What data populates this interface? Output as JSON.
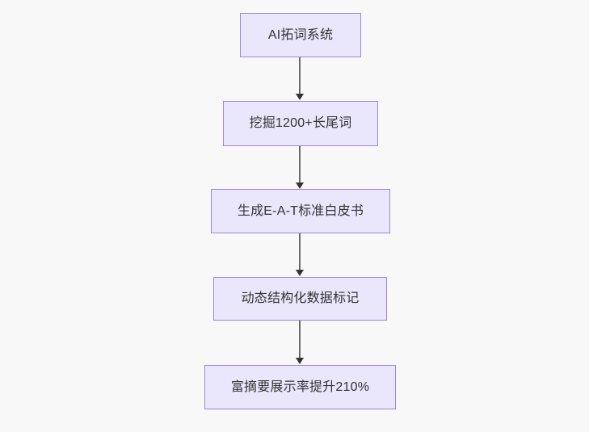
{
  "diagram": {
    "background_color": "#f8f8f8",
    "node_fill_color": "#eae7fc",
    "node_border_color": "#9f86d8",
    "node_text_color": "#333333",
    "edge_color": "#6b6b6b",
    "arrow_color": "#333333",
    "orientation": "top-to-bottom",
    "nodes": [
      {
        "id": "n1",
        "label": "AI拓词系统"
      },
      {
        "id": "n2",
        "label": "挖掘1200+长尾词"
      },
      {
        "id": "n3",
        "label": "生成E-A-T标准白皮书"
      },
      {
        "id": "n4",
        "label": "动态结构化数据标记"
      },
      {
        "id": "n5",
        "label": "富摘要展示率提升210%"
      }
    ],
    "edges": [
      {
        "from": "n1",
        "to": "n2",
        "label": ""
      },
      {
        "from": "n2",
        "to": "n3",
        "label": ""
      },
      {
        "from": "n3",
        "to": "n4",
        "label": ""
      },
      {
        "from": "n4",
        "to": "n5",
        "label": ""
      }
    ]
  }
}
